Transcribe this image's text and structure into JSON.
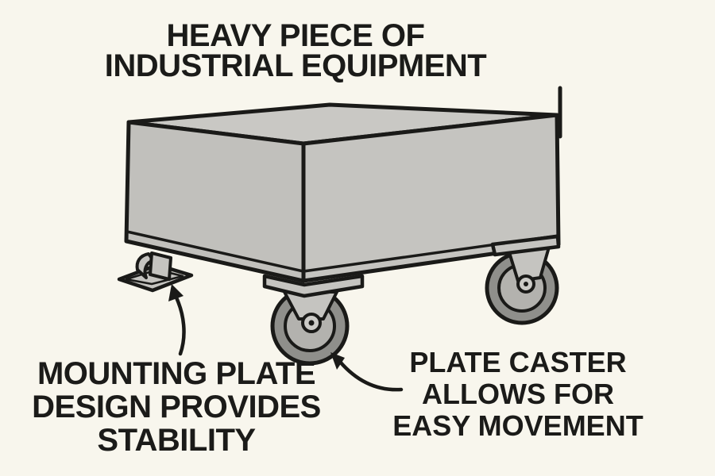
{
  "labels": {
    "equipment": {
      "lines": [
        "HEAVY PIECE OF",
        "INDUSTRIAL EQUIPMENT"
      ]
    },
    "mounting_plate": {
      "lines": [
        "MOUNTING PLATE",
        "DESIGN PROVIDES",
        "STABILITY"
      ]
    },
    "plate_caster": {
      "lines": [
        "PLATE CASTER",
        "ALLOWS FOR",
        "EASY MOVEMENT"
      ]
    }
  },
  "colors": {
    "background": "#f8f6ed",
    "outline": "#1a1a18",
    "text": "#1b1b19",
    "face_top": "#c9c8c4",
    "face_left": "#c1c0bc",
    "face_right": "#c5c4c0",
    "flange": "#cccbc7",
    "plate": "#c5c4c0",
    "wheel_tread": "#8f8f8b",
    "wheel_hub": "#b3b2ae",
    "axle": "#cccbc7"
  },
  "diagram": {
    "description": "Isometric gray industrial box on casters: mounting-plate foot at front-left, swivel plate caster at front-center, plate caster at right, short pole above top-right corner",
    "arrows": [
      {
        "from": "mounting_plate label",
        "to": "mounting plate foot"
      },
      {
        "from": "plate_caster label",
        "to": "front caster wheel"
      }
    ]
  }
}
